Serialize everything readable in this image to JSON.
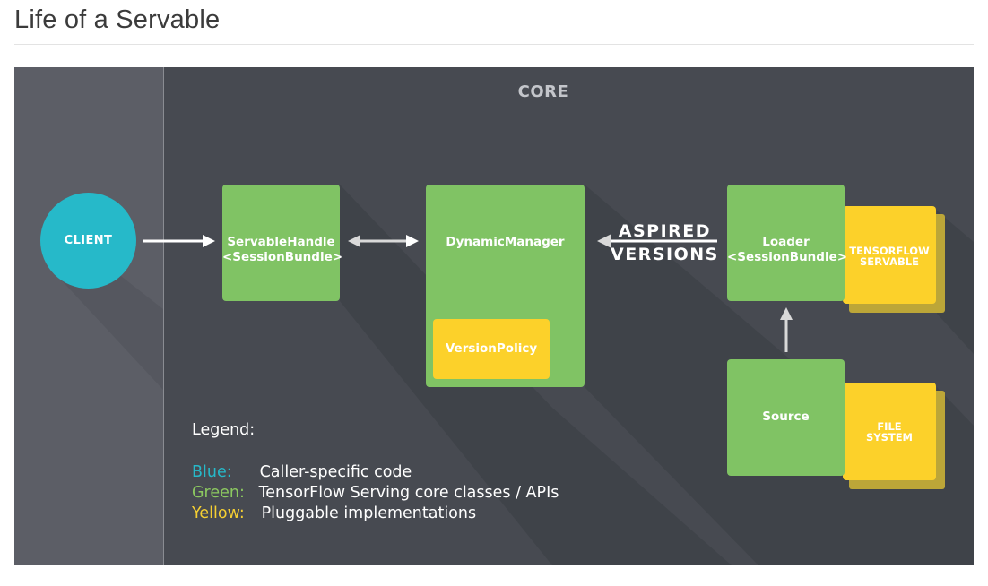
{
  "page": {
    "title": "Life of a Servable"
  },
  "diagram": {
    "core_label": "CORE",
    "client": {
      "label": "CLIENT",
      "color": "#26b9c9"
    },
    "servable_handle": {
      "line1": "ServableHandle",
      "line2": "<SessionBundle>"
    },
    "dynamic_manager": {
      "label": "DynamicManager"
    },
    "version_policy": {
      "label": "VersionPolicy"
    },
    "loader": {
      "line1": "Loader",
      "line2": "<SessionBundle>"
    },
    "tensorflow_servable": {
      "line1": "TENSORFLOW",
      "line2": "SERVABLE"
    },
    "source": {
      "label": "Source"
    },
    "file_system": {
      "line1": "FILE",
      "line2": "SYSTEM"
    },
    "aspired_versions": {
      "line1": "ASPIRED",
      "line2": "VERSIONS"
    },
    "colors": {
      "blue": "#26b9c9",
      "green": "#80c364",
      "yellow": "#fcd12a",
      "core_bg": "#474a51",
      "client_bg": "#5c5e66"
    }
  },
  "legend": {
    "heading": "Legend:",
    "items": [
      {
        "key": "Blue:",
        "text": "Caller-specific code",
        "color": "#26b9c9"
      },
      {
        "key": "Green:",
        "text": "TensorFlow Serving core classes / APIs",
        "color": "#8cc860"
      },
      {
        "key": "Yellow:",
        "text": "Pluggable implementations",
        "color": "#f5cf32"
      }
    ]
  }
}
